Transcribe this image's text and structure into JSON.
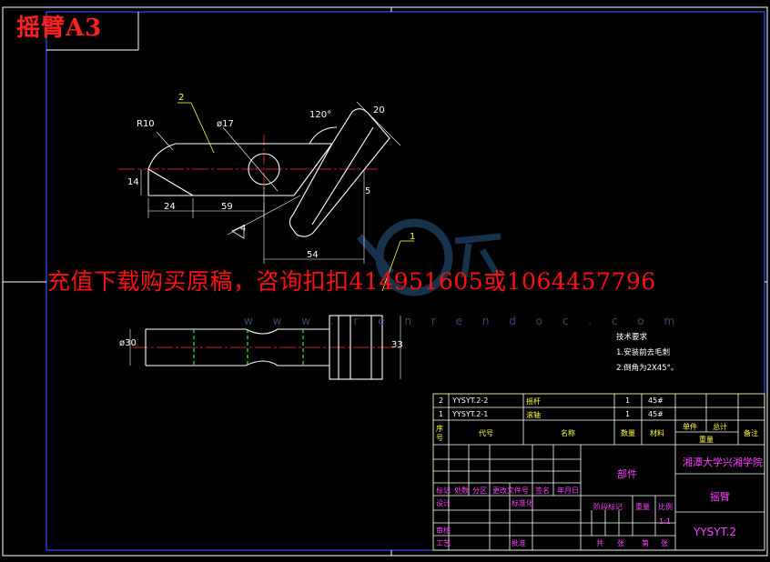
{
  "title": "摇臂A3",
  "promo": "充值下载购买原稿，咨询扣扣414951605或1064457796",
  "watermark": "w w w . r e n r e n d o c . c o m",
  "dims": {
    "r10": "R10",
    "phi17": "ø17",
    "angle": "120°",
    "d20": "20",
    "d14": "14",
    "d24": "24",
    "d59": "59",
    "d54": "54",
    "d4": "4",
    "d5": "5",
    "phi30": "ø30",
    "d33": "33",
    "callout2": "2",
    "callout1": "1"
  },
  "notes": {
    "heading": "技术要求",
    "n1": "1.安装前去毛刺",
    "n2": "2.倒角为2X45°。"
  },
  "bom": [
    {
      "no": "2",
      "code": "YYSYT.2-2",
      "name": "摇杆",
      "qty": "1",
      "mat": "45#"
    },
    {
      "no": "1",
      "code": "YYSYT.2-1",
      "name": "滚轴",
      "qty": "1",
      "mat": "45#"
    }
  ],
  "bom_header": {
    "no": "序号",
    "code": "代号",
    "name": "名称",
    "qty": "数量",
    "mat": "材料",
    "single": "单件",
    "total": "总计",
    "weight": "重量",
    "remark": "备注"
  },
  "titleblock": {
    "part": "部件",
    "school": "湘潭大学兴湘学院",
    "name": "摇臂",
    "drawing_no": "YYSYT.2",
    "rev_row": [
      "标记",
      "处数",
      "分区",
      "更改文件号",
      "签名",
      "年月日"
    ],
    "design": "设计",
    "std": "标准化",
    "review": "审核",
    "process": "工艺",
    "approve": "批准",
    "stage": "阶段标记",
    "weight": "重量",
    "scale": "比例",
    "scale_val": "1:1",
    "sheets": [
      "共",
      "张",
      "第",
      "张"
    ]
  }
}
